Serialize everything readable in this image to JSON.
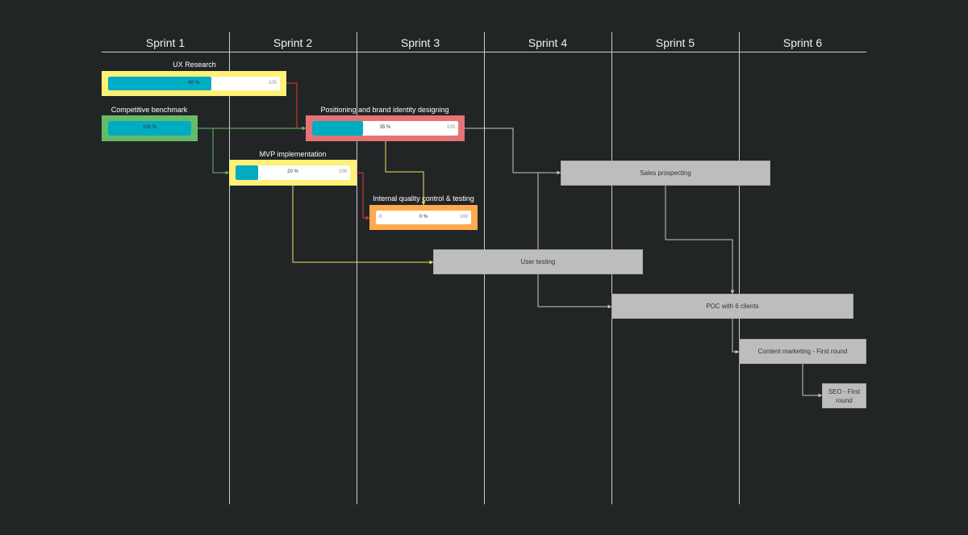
{
  "colors": {
    "background": "#222526",
    "yellow": "#fff176",
    "green": "#66bb6a",
    "red": "#e57373",
    "orange": "#ffa94d",
    "progress": "#00acc1",
    "grey": "#bdbdbd",
    "line": "#cccccc",
    "arrow_red": "#e53935",
    "arrow_yellow": "#f2e35c",
    "arrow_green": "#66bb6a",
    "arrow_grey": "#c8c8c8"
  },
  "sprints": [
    "Sprint 1",
    "Sprint 2",
    "Sprint 3",
    "Sprint 4",
    "Sprint 5",
    "Sprint 6"
  ],
  "progress_tasks": [
    {
      "id": "ux",
      "label": "UX Research",
      "value": 60,
      "value_text": "60 %",
      "max_text": "100",
      "min_text": "",
      "color": "yellow"
    },
    {
      "id": "bench",
      "label": "Competitive benchmark",
      "value": 100,
      "value_text": "100 %",
      "max_text": "",
      "min_text": "",
      "color": "green"
    },
    {
      "id": "brand",
      "label": "Positioning and brand identity designing",
      "value": 35,
      "value_text": "35 %",
      "max_text": "100",
      "min_text": "",
      "color": "red"
    },
    {
      "id": "mvp",
      "label": "MVP implementation",
      "value": 20,
      "value_text": "20 %",
      "max_text": "100",
      "min_text": "",
      "color": "yellow"
    },
    {
      "id": "qc",
      "label": "Internal quality control & testing",
      "value": 0,
      "value_text": "0 %",
      "max_text": "100",
      "min_text": "0",
      "color": "orange"
    }
  ],
  "plain_tasks": [
    {
      "id": "sales",
      "label": "Sales prospecting"
    },
    {
      "id": "usertest",
      "label": "User testing"
    },
    {
      "id": "poc",
      "label": "POC with 6 clients"
    },
    {
      "id": "content",
      "label": "Content marketing - First round"
    },
    {
      "id": "seo",
      "label": "SEO - First round"
    }
  ]
}
